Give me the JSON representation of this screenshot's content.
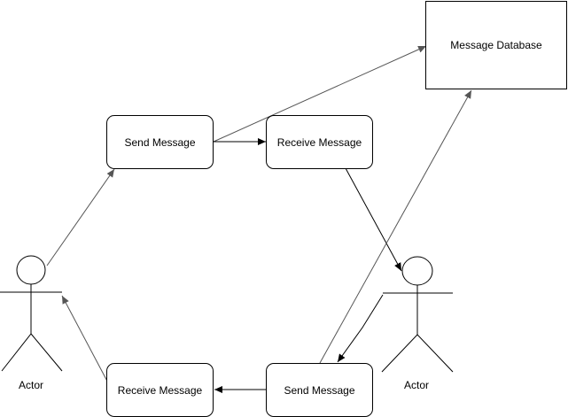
{
  "colors": {
    "stroke": "#000000",
    "thin_arrow": "#555555",
    "fill": "#ffffff"
  },
  "nodes": {
    "message_database": {
      "label": "Message Database"
    },
    "send_message_top": {
      "label": "Send Message"
    },
    "receive_message_top": {
      "label": "Receive Message"
    },
    "receive_message_bottom": {
      "label": "Receive Message"
    },
    "send_message_bottom": {
      "label": "Send Message"
    }
  },
  "actors": {
    "left": {
      "label": "Actor"
    },
    "right": {
      "label": "Actor"
    }
  }
}
